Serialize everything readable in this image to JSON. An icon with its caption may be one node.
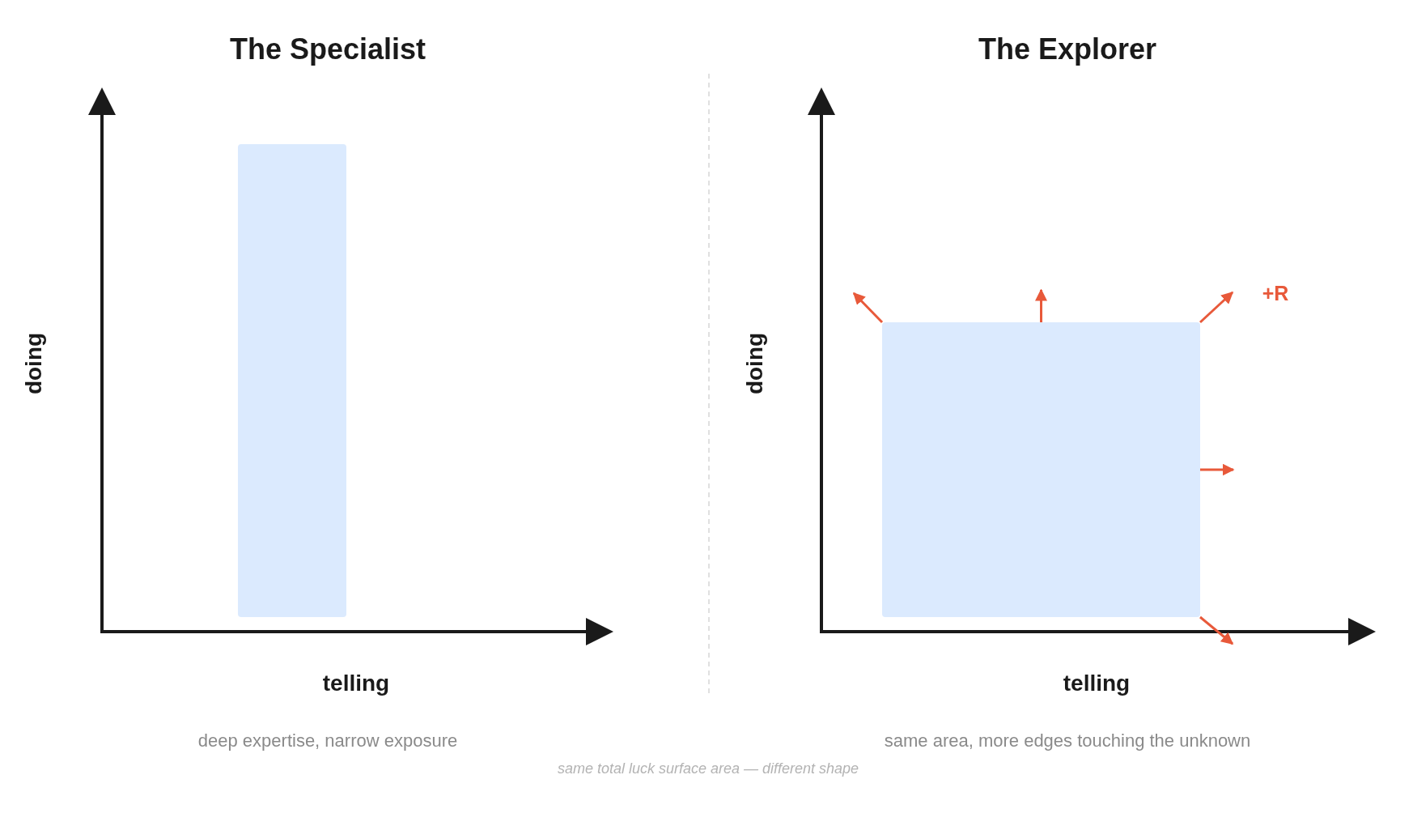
{
  "diagram": {
    "caption": "same total luck surface area — different shape",
    "nodes": [
      {
        "text": [],
        "shape": "box"
      },
      {
        "text": [],
        "shape": "box"
      }
    ],
    "edges": [
      {
        "from": 1,
        "to": null,
        "arrow": "to"
      },
      {
        "from": 1,
        "to": null,
        "arrow": "to"
      },
      {
        "from": 1,
        "to": null,
        "arrow": "to"
      },
      {
        "from": 1,
        "to": null,
        "arrow": "to"
      },
      {
        "from": 1,
        "to": null,
        "arrow": "to"
      }
    ],
    "labels": [
      "The Specialist",
      "The Explorer",
      "doing",
      "+R",
      "doing",
      "telling",
      "telling",
      "deep expertise, narrow exposure",
      "same area, more edges touching the unknown"
    ]
  }
}
